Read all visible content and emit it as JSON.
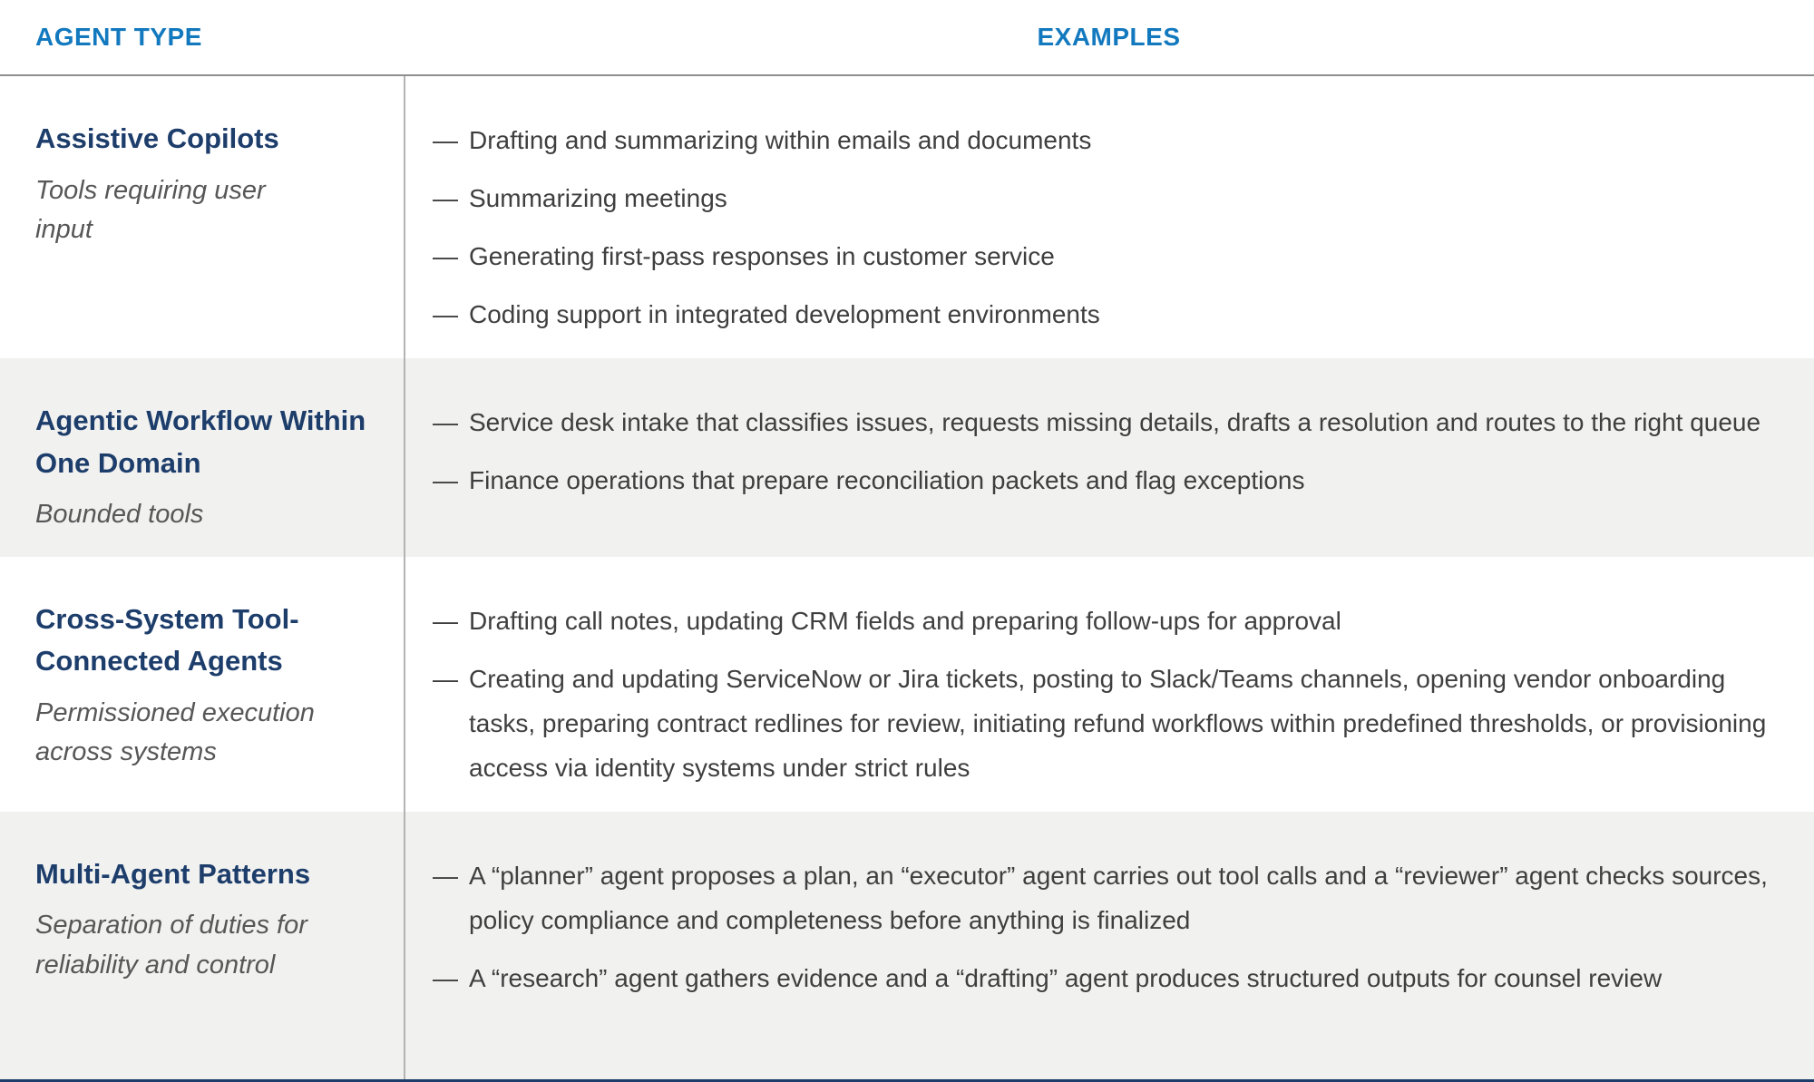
{
  "table": {
    "bullet": "—",
    "columns": [
      {
        "label": "AGENT TYPE"
      },
      {
        "label": "EXAMPLES"
      }
    ],
    "rows": [
      {
        "title": "Assistive Copilots",
        "subtitle": "Tools requiring user input",
        "examples": [
          "Drafting and summarizing within emails and documents",
          "Summarizing meetings",
          "Generating first-pass responses in customer service",
          "Coding support in integrated development environments"
        ]
      },
      {
        "title": "Agentic Workflow Within One Domain",
        "subtitle": "Bounded tools",
        "examples": [
          "Service desk intake that classifies issues, requests missing details, drafts a resolution and routes to the right queue",
          "Finance operations that prepare reconciliation packets and flag exceptions"
        ]
      },
      {
        "title": "Cross-System Tool-Connected Agents",
        "subtitle": "Permissioned execution across systems",
        "examples": [
          "Drafting call notes, updating CRM fields and preparing follow-ups for approval",
          "Creating and updating ServiceNow or Jira tickets, posting to Slack/Teams channels, opening vendor onboarding tasks, preparing contract redlines for review, initiating refund workflows within predefined thresholds, or provisioning access via identity systems under strict rules"
        ]
      },
      {
        "title": "Multi-Agent Patterns",
        "subtitle": "Separation of duties for reliability and control",
        "examples": [
          "A “planner” agent proposes a plan, an “executor” agent carries out tool calls and a “reviewer” agent checks sources, policy compliance and completeness before anything is finalized",
          "A “research” agent gathers evidence and a “drafting” agent produces structured outputs for counsel review"
        ]
      }
    ]
  },
  "colors": {
    "header_blue": "#1379bf",
    "title_navy": "#1d3d6b",
    "text": "#3f3f3f",
    "subtitle": "#575757",
    "row_alt_bg": "#f1f1f0",
    "divider": "#b3b3b3",
    "header_rule": "#8f8f8f"
  }
}
